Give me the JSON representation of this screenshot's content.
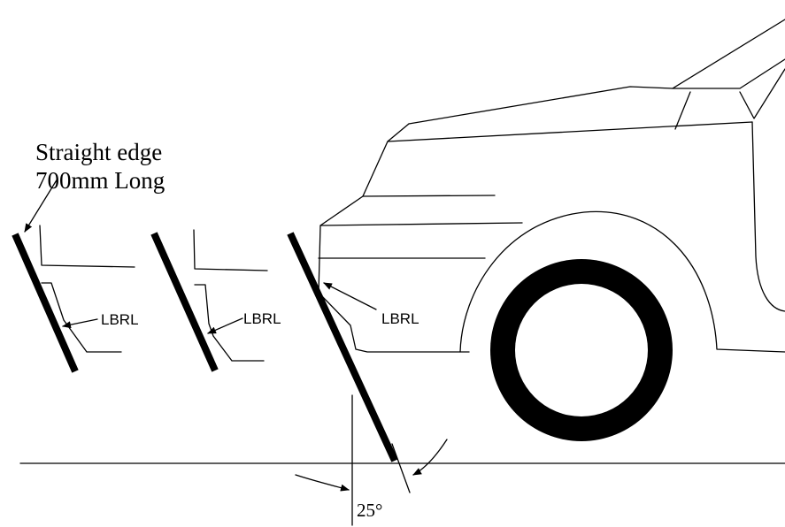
{
  "labels": {
    "straight_edge_line1": "Straight edge",
    "straight_edge_line2": "700mm Long",
    "lbrl_1": "LBRL",
    "lbrl_2": "LBRL",
    "lbrl_3": "LBRL",
    "angle": "25°"
  },
  "colors": {
    "ink": "#000000",
    "background": "#ffffff"
  }
}
